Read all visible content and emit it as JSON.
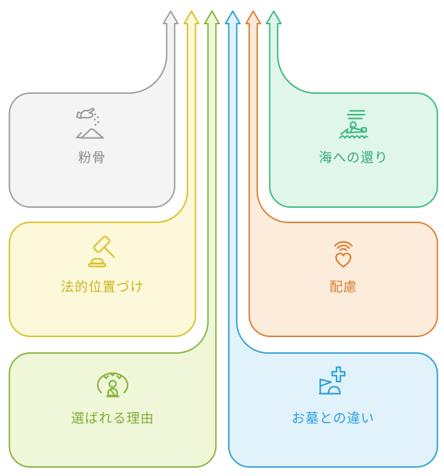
{
  "canvas": {
    "background": "#ffffff"
  },
  "nodes": [
    {
      "id": "funkotsu",
      "label": "粉骨",
      "icon": "hand-powder-icon",
      "colors": {
        "border": "#9d9d9d",
        "fill": "#f4f4f4",
        "text": "#8c8c8c"
      }
    },
    {
      "id": "houteki",
      "label": "法的位置づけ",
      "icon": "gavel-icon",
      "colors": {
        "border": "#d9c026",
        "fill": "#fcf8da",
        "text": "#ccb41f"
      }
    },
    {
      "id": "erabareru",
      "label": "選ばれる理由",
      "icon": "person-nature-icon",
      "colors": {
        "border": "#85b43a",
        "fill": "#eff7d8",
        "text": "#7fae39"
      }
    },
    {
      "id": "umi",
      "label": "海への還り",
      "icon": "boat-sea-icon",
      "colors": {
        "border": "#3cba80",
        "fill": "#e0f6ea",
        "text": "#36a877"
      }
    },
    {
      "id": "hairyo",
      "label": "配慮",
      "icon": "heart-signal-icon",
      "colors": {
        "border": "#dd7d2f",
        "fill": "#fcecdc",
        "text": "#dd7d2f"
      }
    },
    {
      "id": "ohaka",
      "label": "お墓との違い",
      "icon": "grave-cross-icon",
      "colors": {
        "border": "#2d9fd8",
        "fill": "#e1f2fb",
        "text": "#2d9fd8"
      }
    }
  ]
}
